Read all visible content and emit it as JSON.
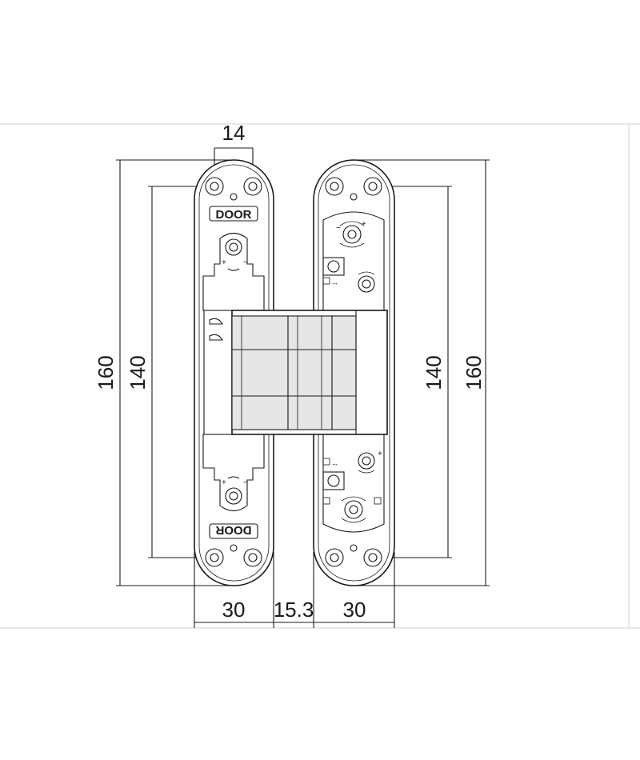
{
  "dimensions": {
    "top_width": "14",
    "left_overall_height": "160",
    "left_hole_height": "140",
    "right_hole_height": "140",
    "right_overall_height": "160",
    "bottom_left_width": "30",
    "bottom_gap_width": "15.3",
    "bottom_right_width": "30"
  },
  "plate_labels": {
    "top": "DOOR",
    "bottom": "DOOR"
  }
}
